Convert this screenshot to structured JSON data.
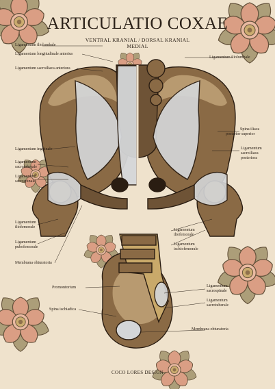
{
  "poster": {
    "title": "ARTICULATIO COXAE",
    "subtitle_views": "VENTRAL KRANIAL  /  DORSAL KRANIAL",
    "subtitle_medial": "MEDIAL",
    "footer": "COCO LORES DESIGN"
  },
  "labels": {
    "lig_iliolumbale_left": "Ligamentum iliolumbale",
    "lig_longitudinale_anterius": "Ligamentum longitudinale anterius",
    "lig_sacroiliaca_anteriora": "Ligamentum sacroiliaca anteriora",
    "lig_iliolumbale_right": "Ligamentum iliolumbale",
    "spina_iliaca_line1": "Spina iliaca",
    "spina_iliaca_line2": "posterior superior",
    "lig_sacroiliaca_post_line1": "Ligamentum",
    "lig_sacroiliaca_post_line2": "sacroiliaca",
    "lig_sacroiliaca_post_line3": "posteriora",
    "lig_inguinale": "Ligamentum inguinale",
    "lig_sacrotuberale_line1": "Ligamentum",
    "lig_sacrotuberale_line2": "sacrotuberale",
    "lig_sacrospinale_line1": "Ligamentum",
    "lig_sacrospinale_line2": "sacrospinale",
    "lig_iliofemorale_left_line1": "Ligamentum",
    "lig_iliofemorale_left_line2": "iliofemorale",
    "lig_iliofemorale_right_line1": "Ligamentum",
    "lig_iliofemorale_right_line2": "iliofemorale",
    "lig_pubofemorale_line1": "Ligamentum",
    "lig_pubofemorale_line2": "pubofemorale",
    "lig_ischiofemorale_line1": "Ligamentum",
    "lig_ischiofemorale_line2": "ischiofemorale",
    "membrana_obturatoria_left": "Membrana obturatoria",
    "promontorium": "Promontorium",
    "spina_ischiadica": "Spina ischiadica",
    "lig_sacrospinale_low_line1": "Ligamentum",
    "lig_sacrospinale_low_line2": "sacrospinale",
    "lig_sacrotuberale_low_line1": "Ligamentum",
    "lig_sacrotuberale_low_line2": "sacrotuberale",
    "membrana_obturatoria_right": "Membrana obturatoria"
  },
  "colors": {
    "background": "#efe2cc",
    "bone_main": "#8a6a45",
    "bone_light": "#b89a70",
    "bone_dark": "#3a2a1a",
    "ligament": "#d4d6d8",
    "flower_petal": "#d99a80",
    "flower_leaf": "#a89a74",
    "text": "#2b2118"
  }
}
